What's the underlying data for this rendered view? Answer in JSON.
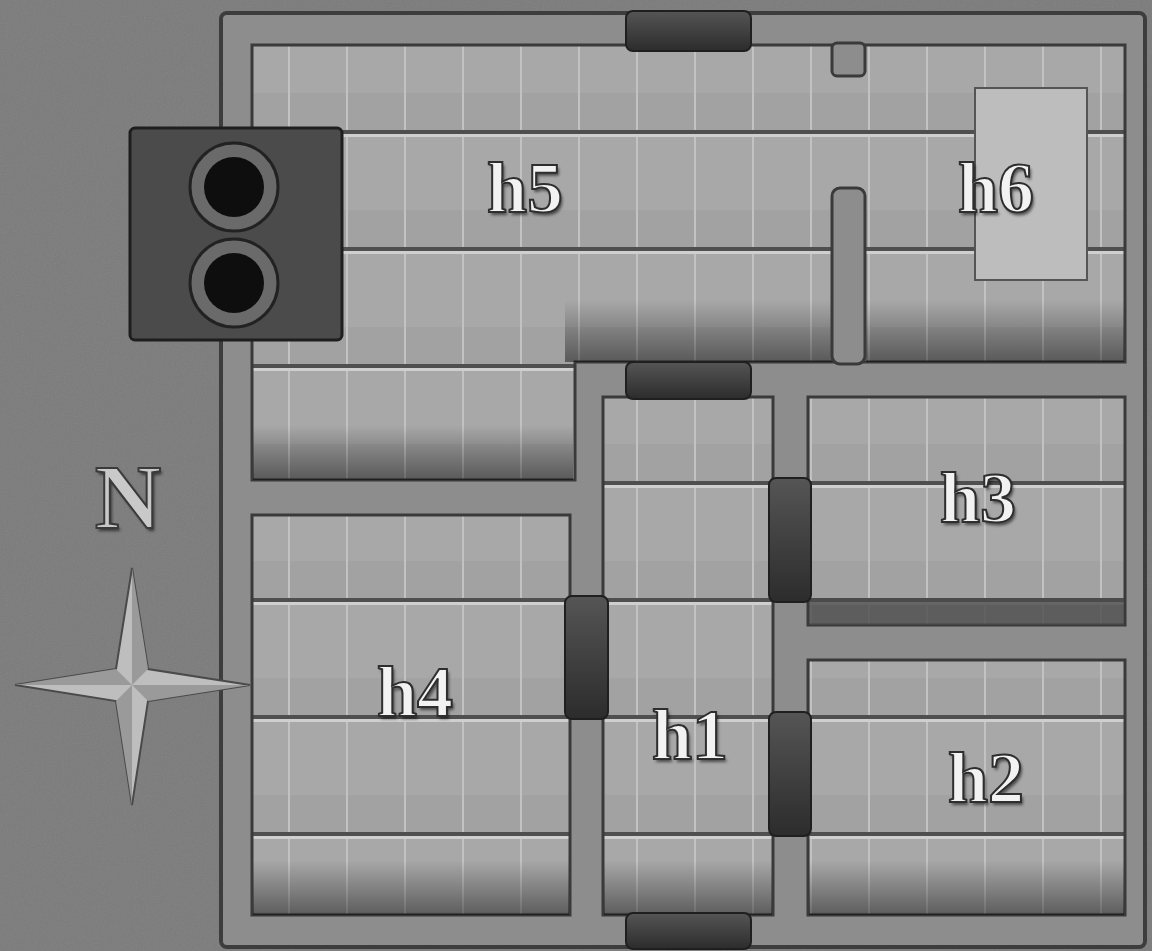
{
  "diagram": {
    "nodes": [
      {
        "text": [
          "h5"
        ]
      },
      {
        "text": [
          "h6"
        ]
      },
      {
        "text": [
          "h3"
        ]
      },
      {
        "text": [
          "h4"
        ]
      },
      {
        "text": [
          "h1"
        ]
      },
      {
        "text": [
          "h2"
        ]
      }
    ],
    "labels": [
      "N"
    ]
  }
}
